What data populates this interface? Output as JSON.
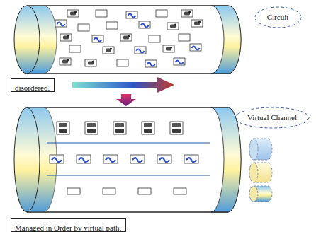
{
  "diagram": {
    "nodes": [
      {
        "text": [
          "Circuit"
        ]
      },
      {
        "text": [
          "disordered."
        ]
      },
      {
        "text": [
          "Virtual Channel"
        ]
      },
      {
        "text": [
          "Managed in Order by virtual path."
        ]
      }
    ]
  }
}
